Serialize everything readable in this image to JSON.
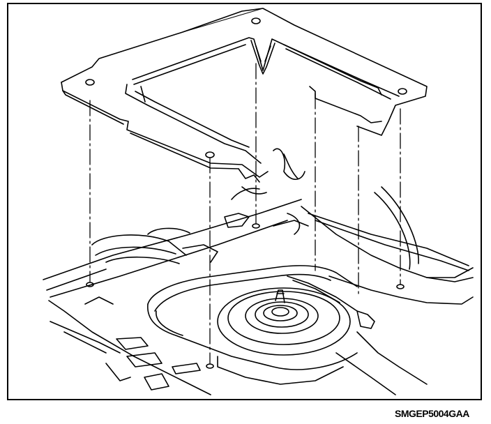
{
  "figure": {
    "code": "SMGEP5004GAA",
    "line_color": "#000000",
    "background": "#ffffff",
    "parts": [
      "floor-panel",
      "spare-tire-well",
      "spare-tire",
      "floor-cover-frame",
      "alignment-guide-lines",
      "mounting-holes"
    ]
  }
}
